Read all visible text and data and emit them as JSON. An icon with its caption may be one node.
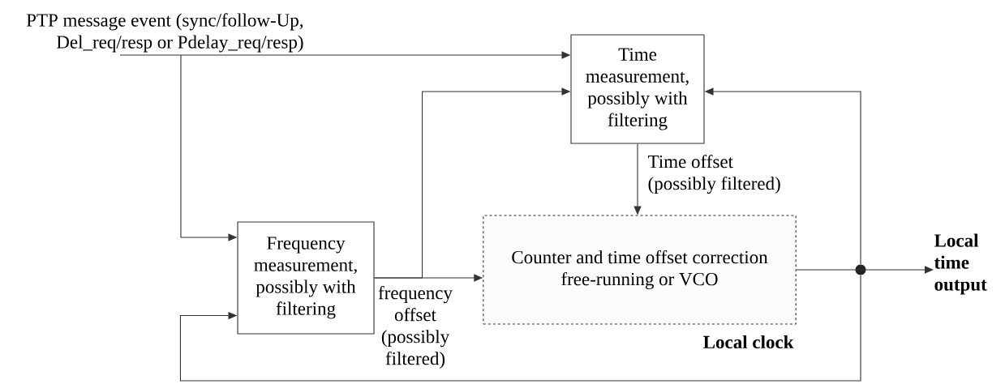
{
  "diagram": {
    "nodes": [
      {
        "text": [
          "PTP message event (sync/follow-Up, Del_req/resp or Pdelay_req/resp)"
        ]
      },
      {
        "text": [
          "Time measurement, possibly with filtering"
        ]
      },
      {
        "text": [
          "Frequency measurement, possibly with filtering"
        ]
      },
      {
        "text": [
          "Counter and time offset correction free-running or VCO"
        ],
        "beside": [
          "Local clock"
        ]
      },
      {
        "text": [],
        "shape": "circle"
      },
      {
        "text": [
          "Local time output"
        ]
      }
    ],
    "edges": [
      {
        "from": 0,
        "to": 1,
        "arrow": "to"
      },
      {
        "from": 0,
        "to": 2,
        "arrow": "to"
      },
      {
        "from": 2,
        "to": 3,
        "arrow": "to",
        "label": "frequency offset (possibly filtered)"
      },
      {
        "from": 2,
        "to": 1,
        "arrow": "to"
      },
      {
        "from": 1,
        "to": 3,
        "arrow": "to",
        "label": "Time offset (possibly filtered)"
      },
      {
        "from": 3,
        "to": 4,
        "arrow": "none"
      },
      {
        "from": 4,
        "to": 5,
        "arrow": "to"
      },
      {
        "from": 4,
        "to": 1,
        "arrow": "to"
      },
      {
        "from": 4,
        "to": 2,
        "arrow": "to"
      }
    ]
  }
}
